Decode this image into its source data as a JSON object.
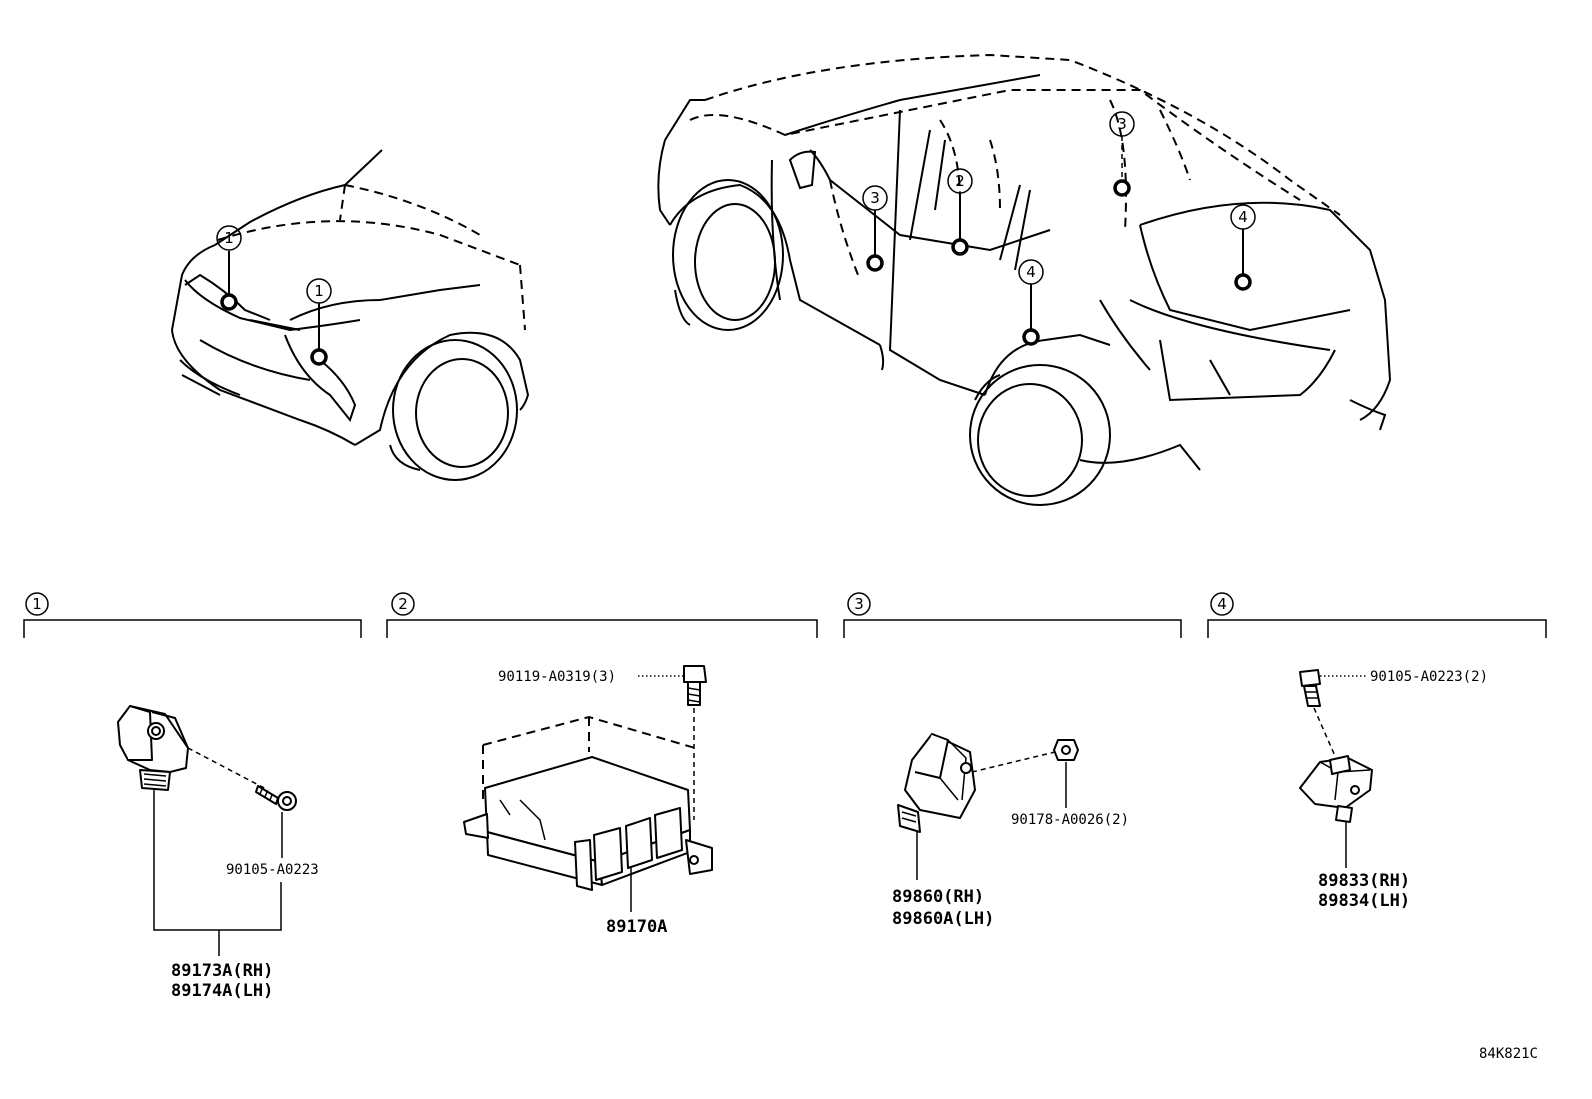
{
  "diagram_id": "84K821C",
  "callouts": [
    "1",
    "2",
    "3",
    "4"
  ],
  "sections": [
    {
      "number": "1",
      "parts": [
        "89173A(RH)",
        "89174A(LH)"
      ],
      "fasteners": [
        "90105-A0223"
      ]
    },
    {
      "number": "2",
      "parts": [
        "89170A"
      ],
      "fasteners": [
        "90119-A0319(3)"
      ]
    },
    {
      "number": "3",
      "parts": [
        "89860(RH)",
        "89860A(LH)"
      ],
      "fasteners": [
        "90178-A0026(2)"
      ]
    },
    {
      "number": "4",
      "parts": [
        "89833(RH)",
        "89834(LH)"
      ],
      "fasteners": [
        "90105-A0223(2)"
      ]
    }
  ]
}
